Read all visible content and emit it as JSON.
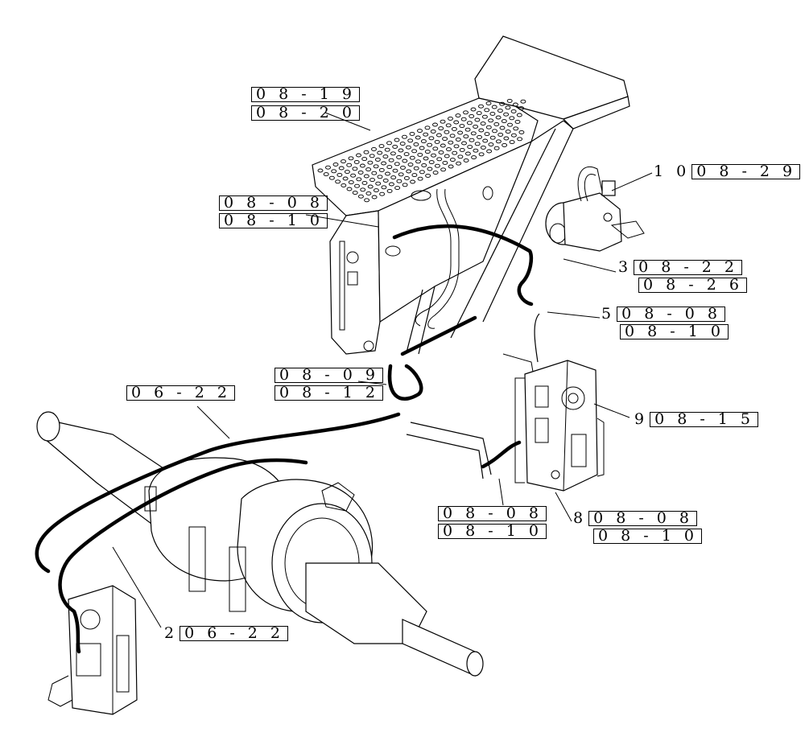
{
  "labels": {
    "tank_a": {
      "box": "0 8 - 1 9",
      "suffix": ""
    },
    "tank_b": {
      "box": "0 8 - 2 0",
      "suffix": ""
    },
    "l4_a": {
      "box": "0 8 - 0 8",
      "suffix": ""
    },
    "l4_b": {
      "box": "0 8 - 1 0",
      "suffix": ""
    },
    "l1": {
      "prefix": "1 0",
      "box": "0 8 - 2 9"
    },
    "l3_a": {
      "prefix": "3",
      "box": "0 8 - 2 2"
    },
    "l3_b": {
      "box": "0 8 - 2 6"
    },
    "l5_a": {
      "prefix": "5",
      "box": "0 8 - 0 8"
    },
    "l5_b": {
      "box": "0 8 - 1 0"
    },
    "l6_a": {
      "box": "0 8 - 0 9"
    },
    "l6_b": {
      "box": "0 8 - 1 2"
    },
    "l7": {
      "box": "0 6 - 2 2"
    },
    "l9": {
      "prefix": "9",
      "box": "0 8 - 1 5"
    },
    "l8a_a": {
      "box": "0 8 - 0 8"
    },
    "l8a_b": {
      "box": "0 8 - 1 0"
    },
    "l8b_a": {
      "prefix": "8",
      "box": "0 8 - 0 8"
    },
    "l8b_b": {
      "box": "0 8 - 1 0"
    },
    "l2": {
      "prefix": "2",
      "box": "0 6 - 2 2"
    }
  }
}
